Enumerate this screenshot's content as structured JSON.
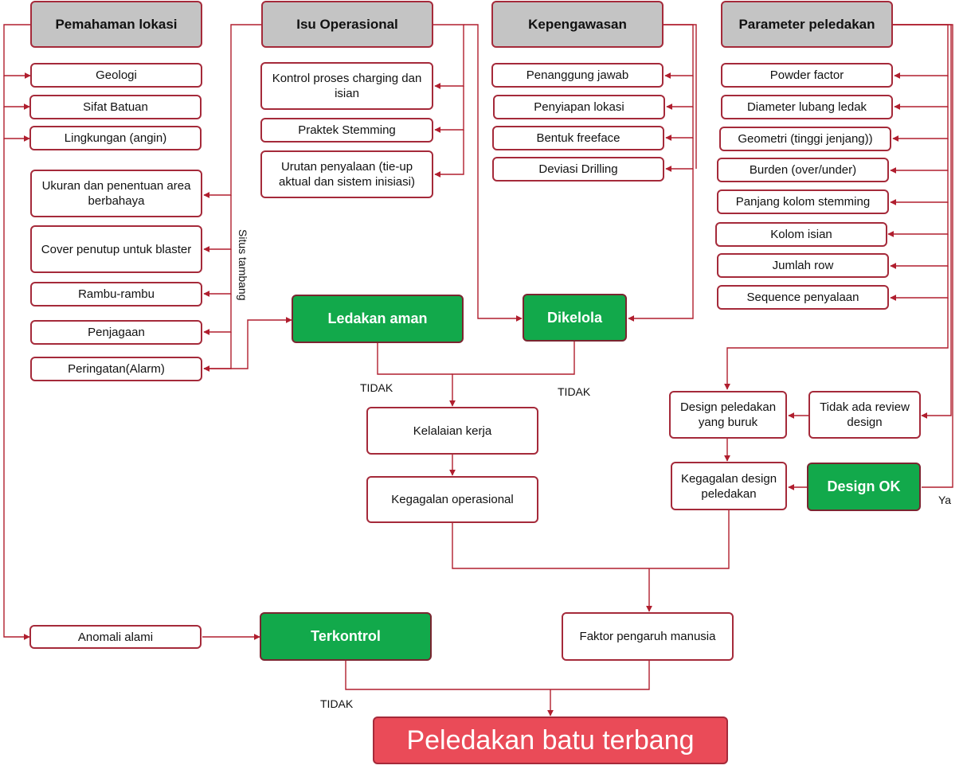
{
  "headers": {
    "pemahaman": "Pemahaman lokasi",
    "isu": "Isu Operasional",
    "kepengawasan": "Kepengawasan",
    "parameter": "Parameter peledakan"
  },
  "pemahaman_items": [
    "Geologi",
    "Sifat Batuan",
    "Lingkungan (angin)"
  ],
  "situs_items": [
    "Ukuran dan penentuan area berbahaya",
    "Cover penutup untuk blaster",
    "Rambu-rambu",
    "Penjagaan",
    "Peringatan(Alarm)"
  ],
  "situs_label": "Situs tambang",
  "isu_items": [
    "Kontrol proses charging dan isian",
    "Praktek Stemming",
    "Urutan penyalaan (tie-up aktual dan sistem inisiasi)"
  ],
  "kepengawasan_items": [
    "Penanggung jawab",
    "Penyiapan lokasi",
    "Bentuk freeface",
    "Deviasi Drilling"
  ],
  "parameter_items": [
    "Powder factor",
    "Diameter lubang ledak",
    "Geometri (tinggi jenjang))",
    "Burden (over/under)",
    "Panjang kolom stemming",
    "Kolom isian",
    "Jumlah row",
    "Sequence penyalaan"
  ],
  "outcomes": {
    "ledakan_aman": "Ledakan aman",
    "dikelola": "Dikelola",
    "terkontrol": "Terkontrol",
    "design_ok": "Design OK"
  },
  "process": {
    "kelalaian": "Kelalaian kerja",
    "kegagalan_operasional": "Kegagalan operasional",
    "design_buruk": "Design peledakan yang buruk",
    "tidak_review": "Tidak ada review design",
    "kegagalan_design": "Kegagalan design peledakan",
    "faktor_manusia": "Faktor pengaruh manusia",
    "anomali": "Anomali alami"
  },
  "result": "Peledakan batu terbang",
  "edge_labels": {
    "tidak_1": "TIDAK",
    "tidak_2": "TIDAK",
    "tidak_3": "TIDAK",
    "ya": "Ya"
  },
  "colors": {
    "line": "#b01e2e",
    "header_fill": "#c4c4c4",
    "green": "#12a94b",
    "result_fill": "#ea4b58"
  }
}
